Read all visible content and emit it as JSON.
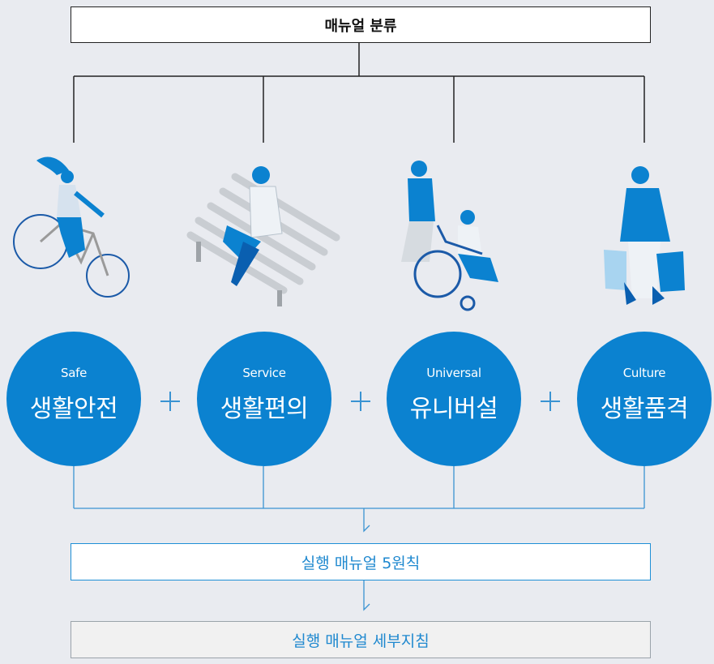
{
  "diagram": {
    "root_label": "매뉴얼 분류",
    "categories": [
      {
        "en": "Safe",
        "ko": "생활안전",
        "figure": "cyclist-illustration"
      },
      {
        "en": "Service",
        "ko": "생활편의",
        "figure": "bench-laptop-illustration"
      },
      {
        "en": "Universal",
        "ko": "유니버설",
        "figure": "wheelchair-illustration"
      },
      {
        "en": "Culture",
        "ko": "생활품격",
        "figure": "shopper-illustration"
      }
    ],
    "principles_label": "실행 매뉴얼 5원칙",
    "details_label": "실행 매뉴얼 세부지침"
  },
  "colors": {
    "accent": "#0b82d0",
    "background": "#e9ebf0",
    "line": "#222222",
    "blue_line": "#3a93d2"
  }
}
